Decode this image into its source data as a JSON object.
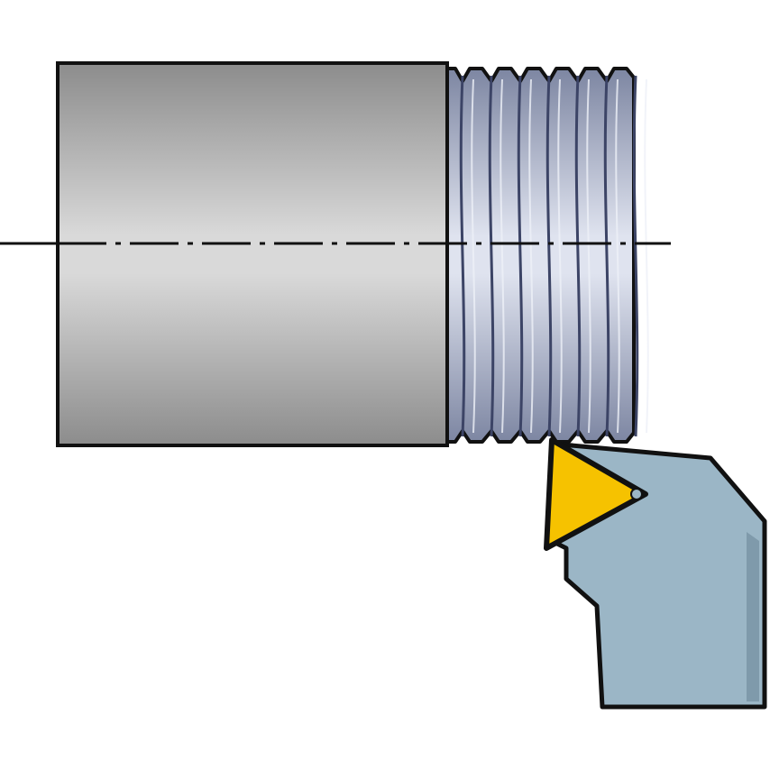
{
  "figure": {
    "kind": "external-threading-illustration",
    "components": [
      "workpiece",
      "threaded-section",
      "centerline",
      "threading-insert",
      "tool-holder"
    ]
  },
  "colors": {
    "background": "#ffffff",
    "outline": "#111111",
    "workpiece_edge": "#8c8c8c",
    "workpiece_center": "#d9d9d9",
    "thread_edge": "#7d86a2",
    "thread_center": "#dfe3ef",
    "thread_groove": "#3c4466",
    "insert": "#f6c200",
    "holder": "#9bb6c6",
    "holder_shade": "#7f9aab"
  },
  "threads": {
    "count": 7
  }
}
